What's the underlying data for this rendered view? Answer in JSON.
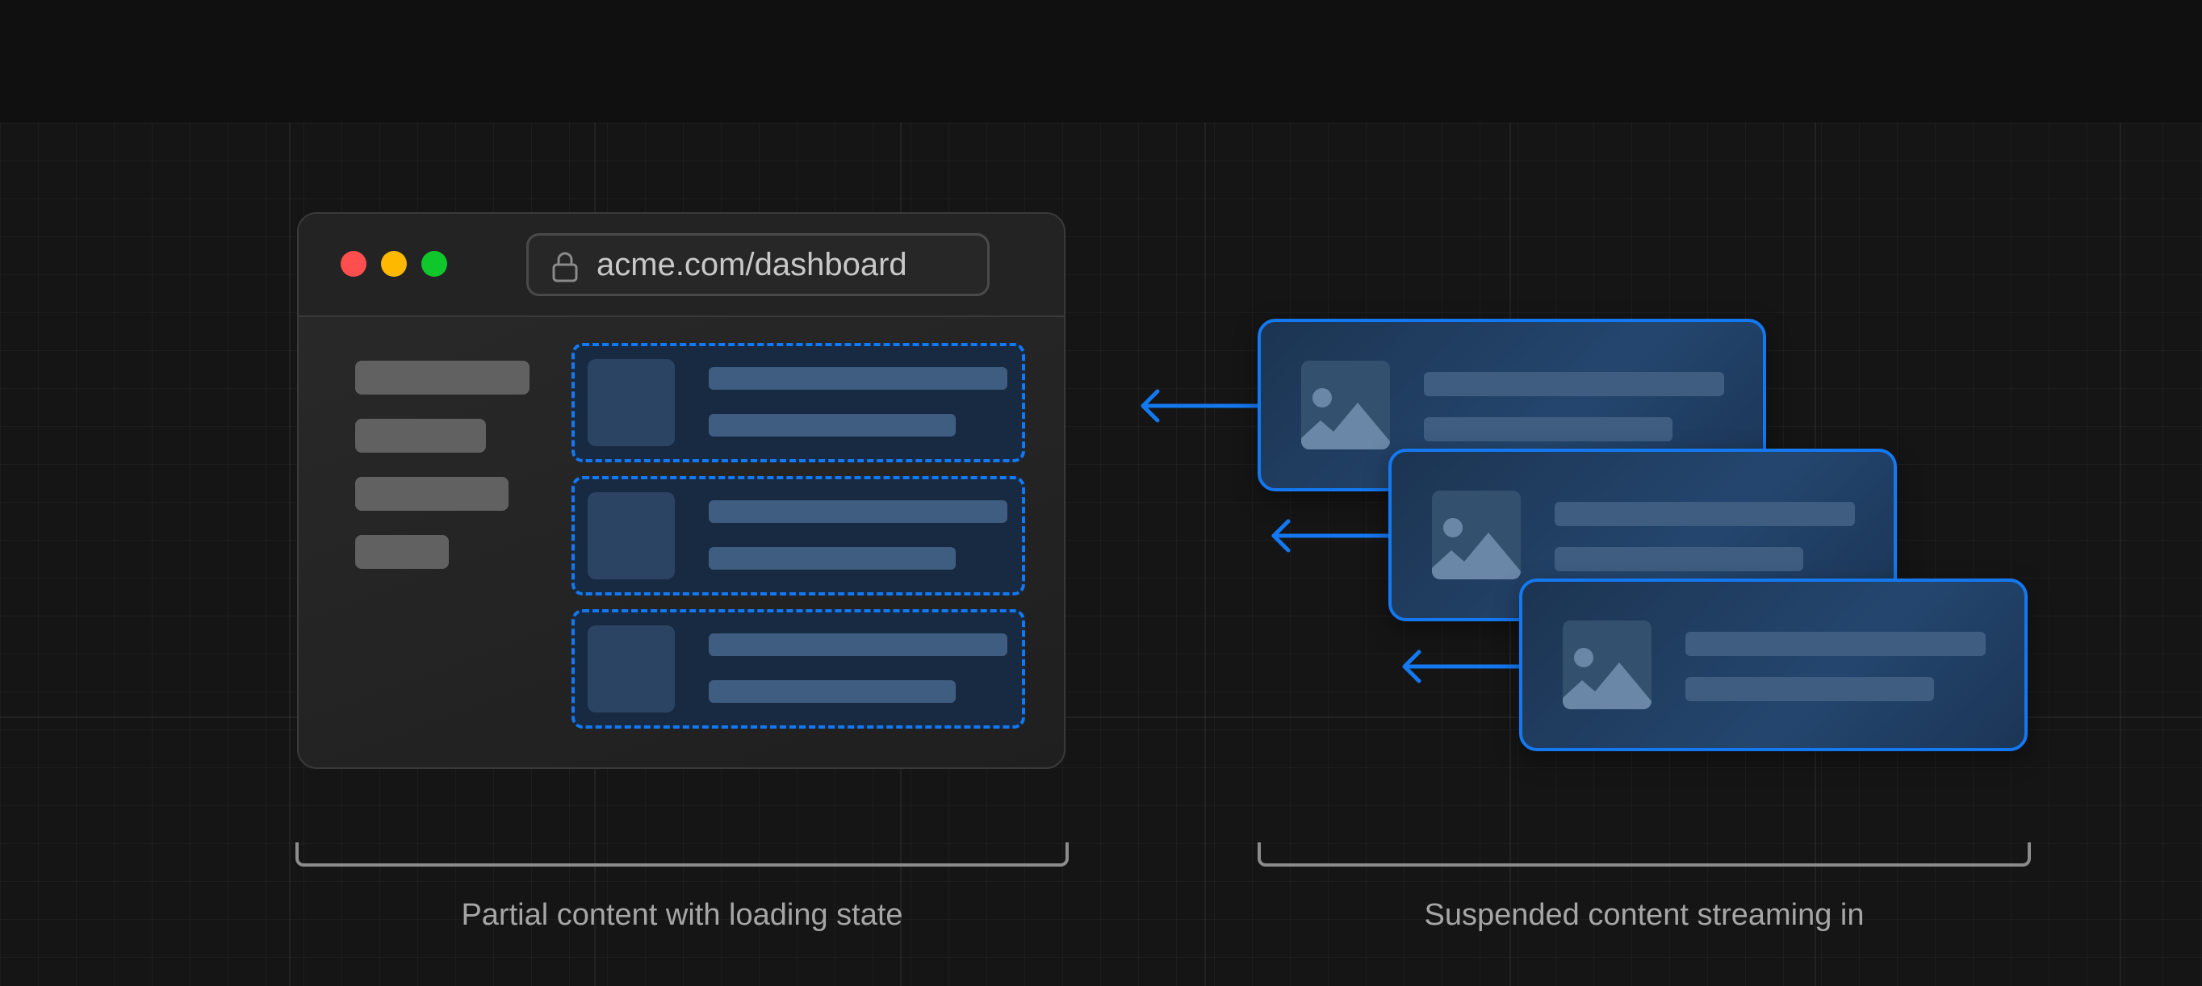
{
  "browser": {
    "url": "acme.com/dashboard"
  },
  "captions": {
    "left": "Partial content with loading state",
    "right": "Suspended content streaming in"
  },
  "colors": {
    "accent": "#1478f0",
    "background": "#101010",
    "window_close": "#ff4e4e",
    "window_minimize": "#ffb800",
    "window_maximize": "#10c72b",
    "skeleton": "#3e5d80"
  },
  "icons": [
    "lock-icon",
    "image-icon",
    "arrow-left-icon"
  ]
}
